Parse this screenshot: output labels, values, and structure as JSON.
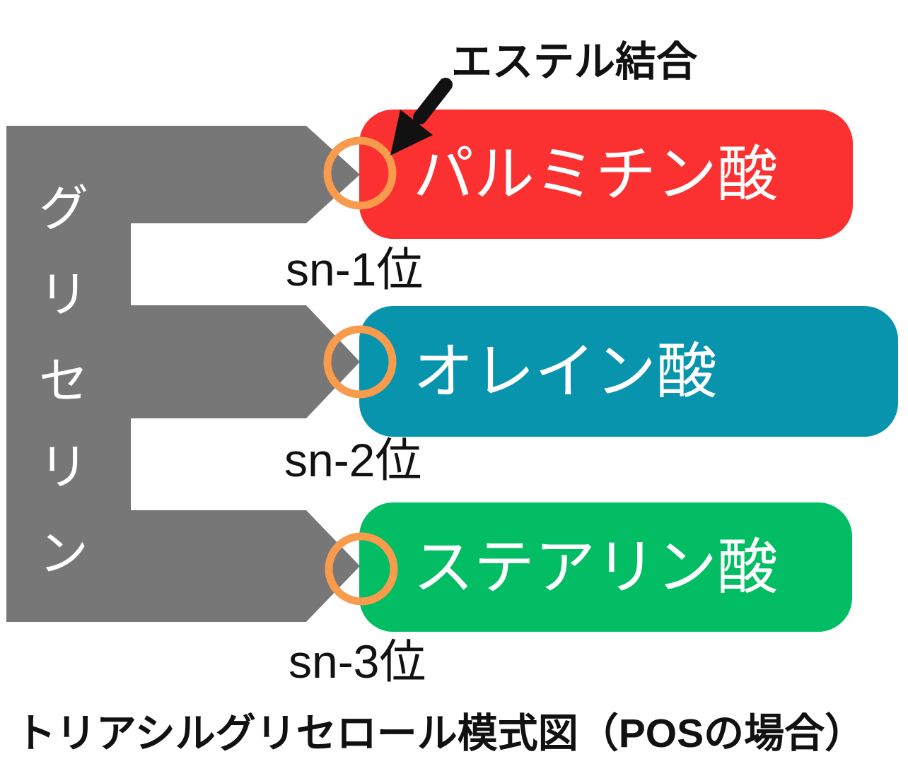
{
  "ester_bond": {
    "label": "エステル結合"
  },
  "glycerol": {
    "label": "グリセリン",
    "chars": [
      "グ",
      "リ",
      "セ",
      "リ",
      "ン"
    ]
  },
  "fatty_acids": [
    {
      "name": "パルミチン酸",
      "position_label": "sn-1位",
      "color": "#fb3030"
    },
    {
      "name": "オレイン酸",
      "position_label": "sn-2位",
      "color": "#0894ad"
    },
    {
      "name": "ステアリン酸",
      "position_label": "sn-3位",
      "color": "#02bd63"
    }
  ],
  "caption": "トリアシルグリセロール模式図（POSの場合）",
  "colors": {
    "background": "#ffffff",
    "glycerol_bar": "#777777",
    "ester_ring": "#f89b4d",
    "arrow": "#111111",
    "label_text": "#111111",
    "box_text": "#ffffff"
  }
}
